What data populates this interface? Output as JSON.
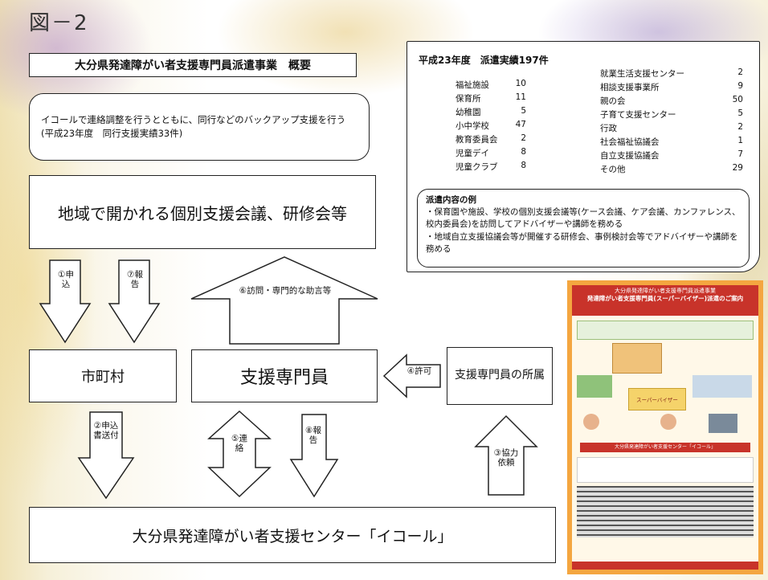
{
  "figure_label": "図－2",
  "title": "大分県発達障がい者支援専門員派遣事業　概要",
  "note": "イコールで連絡調整を行うとともに、同行などのバックアップ支援を行う(平成23年度　同行支援実績33件)",
  "boxes": {
    "meeting": "地域で開かれる個別支援会議、研修会等",
    "municipality": "市町村",
    "specialist": "支援専門員",
    "affiliation": "支援専門員の所属",
    "center": "大分県発達障がい者支援センター「イコール」"
  },
  "arrows": {
    "apply": "①申込",
    "report1": "⑦報告",
    "visit": "⑥訪問・専門的な助言等",
    "permit": "④許可",
    "apply_doc": "②申込書送付",
    "contact": "⑤連絡",
    "report2": "⑧報告",
    "request": "③協力依頼"
  },
  "dispatch": {
    "heading": "平成23年度　派遣実績197件",
    "left": [
      {
        "name": "福祉施設",
        "count": "10"
      },
      {
        "name": "保育所",
        "count": "11"
      },
      {
        "name": "幼稚園",
        "count": "5"
      },
      {
        "name": "小中学校",
        "count": "47"
      },
      {
        "name": "教育委員会",
        "count": "2"
      },
      {
        "name": "児童デイ",
        "count": "8"
      },
      {
        "name": "児童クラブ",
        "count": "8"
      }
    ],
    "right": [
      {
        "name": "就業生活支援センター",
        "count": "2"
      },
      {
        "name": "相談支援事業所",
        "count": "9"
      },
      {
        "name": "親の会",
        "count": "50"
      },
      {
        "name": "子育て支援センター",
        "count": "5"
      },
      {
        "name": "行政",
        "count": "2"
      },
      {
        "name": "社会福祉協議会",
        "count": "1"
      },
      {
        "name": "自立支援協議会",
        "count": "7"
      },
      {
        "name": "その他",
        "count": "29"
      }
    ]
  },
  "content": {
    "heading": "派遣内容の例",
    "lines": [
      "・保育園や施設、学校の個別支援会議等(ケース会議、ケア会議、カンファレンス、校内委員会)を訪問してアドバイザーや講師を務める",
      "・地域自立支援協議会等が開催する研修会、事例検討会等でアドバイザーや講師を務める"
    ]
  },
  "flyer": {
    "header": "大分県発達障がい者支援専門員派遣事業",
    "title": "発達障がい者支援専門員(スーパーバイザー)派遣のご案内",
    "badge": "スーパーバイザー",
    "footer": "大分県発達障がい者支援センター「イコール」"
  }
}
